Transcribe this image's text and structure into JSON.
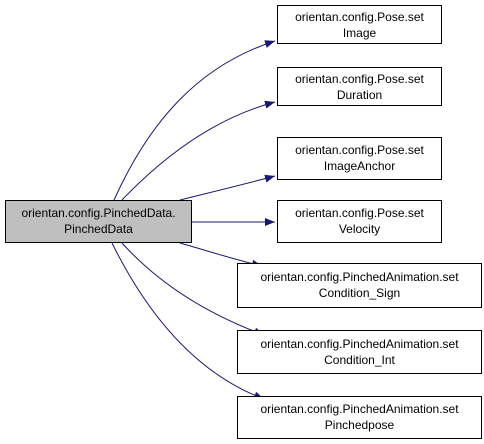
{
  "diagram": {
    "source": {
      "line1": "orientan.config.PinchedData.",
      "line2": "PinchedData"
    },
    "targets": [
      {
        "line1": "orientan.config.Pose.set",
        "line2": "Image"
      },
      {
        "line1": "orientan.config.Pose.set",
        "line2": "Duration"
      },
      {
        "line1": "orientan.config.Pose.set",
        "line2": "ImageAnchor"
      },
      {
        "line1": "orientan.config.Pose.set",
        "line2": "Velocity"
      },
      {
        "line1": "orientan.config.PinchedAnimation.set",
        "line2": "Condition_Sign"
      },
      {
        "line1": "orientan.config.PinchedAnimation.set",
        "line2": "Condition_Int"
      },
      {
        "line1": "orientan.config.PinchedAnimation.set",
        "line2": "Pinchedpose"
      }
    ],
    "colors": {
      "source_fill": "#bfbfbf",
      "node_fill": "#ffffff",
      "border": "#000000",
      "edge": "#191970"
    }
  }
}
